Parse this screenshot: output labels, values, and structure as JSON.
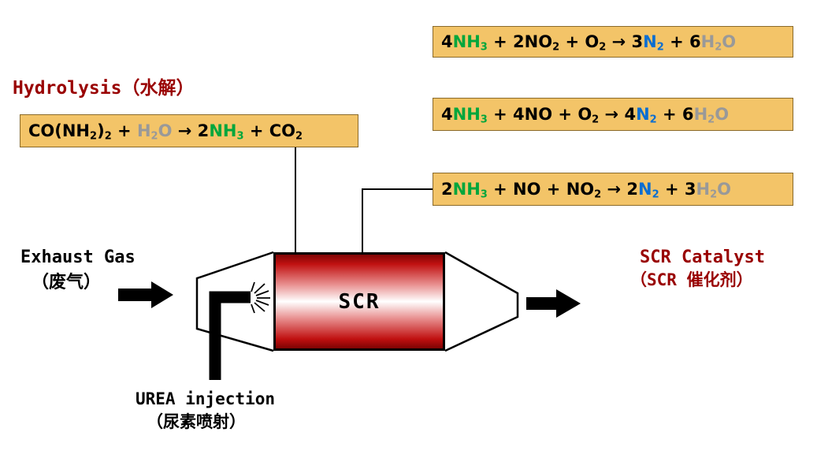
{
  "colors": {
    "box_bg": "#f3c468",
    "box_border": "#8a6a2a",
    "title_red": "#990000",
    "nh3_green": "#00a63c",
    "n2_blue": "#0a6ed1",
    "h2o_gray": "#999999",
    "text_black": "#000000",
    "line_black": "#000000"
  },
  "labels": {
    "hydrolysis_title": "Hydrolysis（水解）",
    "exhaust_gas_line1": "Exhaust Gas",
    "exhaust_gas_line2": "（废气）",
    "urea_line1": "UREA injection",
    "urea_line2": "（尿素喷射）",
    "scr_body": "SCR",
    "scr_catalyst_line1": "SCR Catalyst",
    "scr_catalyst_line2": "（SCR 催化剂）"
  },
  "equations": {
    "no2_reaction": {
      "plain": "4NH3 + 2NO2 + O2 -> 3N2 + 6H2O",
      "tokens": [
        {
          "t": "4"
        },
        {
          "t": "NH",
          "c": "nh3_green"
        },
        {
          "t": "3",
          "c": "nh3_green",
          "s": 1
        },
        {
          "t": " + 2NO"
        },
        {
          "t": "2",
          "s": 1
        },
        {
          "t": " + O"
        },
        {
          "t": "2",
          "s": 1
        },
        {
          "t": " → 3"
        },
        {
          "t": "N",
          "c": "n2_blue"
        },
        {
          "t": "2",
          "c": "n2_blue",
          "s": 1
        },
        {
          "t": " + 6"
        },
        {
          "t": "H",
          "c": "h2o_gray"
        },
        {
          "t": "2",
          "c": "h2o_gray",
          "s": 1
        },
        {
          "t": "O",
          "c": "h2o_gray"
        }
      ]
    },
    "standard_reaction": {
      "plain": "4NH3 + 4NO + O2 -> 4N2 + 6H2O",
      "tokens": [
        {
          "t": "4"
        },
        {
          "t": "NH",
          "c": "nh3_green"
        },
        {
          "t": "3",
          "c": "nh3_green",
          "s": 1
        },
        {
          "t": " + 4NO + O"
        },
        {
          "t": "2",
          "s": 1
        },
        {
          "t": " → 4"
        },
        {
          "t": "N",
          "c": "n2_blue"
        },
        {
          "t": "2",
          "c": "n2_blue",
          "s": 1
        },
        {
          "t": " + 6"
        },
        {
          "t": "H",
          "c": "h2o_gray"
        },
        {
          "t": "2",
          "c": "h2o_gray",
          "s": 1
        },
        {
          "t": "O",
          "c": "h2o_gray"
        }
      ]
    },
    "fast_reaction": {
      "plain": "2NH3 + NO + NO2 -> 2N2 + 3H2O",
      "tokens": [
        {
          "t": "2"
        },
        {
          "t": "NH",
          "c": "nh3_green"
        },
        {
          "t": "3",
          "c": "nh3_green",
          "s": 1
        },
        {
          "t": " + NO + NO"
        },
        {
          "t": "2",
          "s": 1
        },
        {
          "t": " → 2"
        },
        {
          "t": "N",
          "c": "n2_blue"
        },
        {
          "t": "2",
          "c": "n2_blue",
          "s": 1
        },
        {
          "t": " + 3"
        },
        {
          "t": "H",
          "c": "h2o_gray"
        },
        {
          "t": "2",
          "c": "h2o_gray",
          "s": 1
        },
        {
          "t": "O",
          "c": "h2o_gray"
        }
      ]
    },
    "hydrolysis_reaction": {
      "plain": "CO(NH2)2 + H2O -> 2NH3 + CO2",
      "tokens": [
        {
          "t": "CO(NH"
        },
        {
          "t": "2",
          "s": 1
        },
        {
          "t": ")"
        },
        {
          "t": "2",
          "s": 1
        },
        {
          "t": " + "
        },
        {
          "t": "H",
          "c": "h2o_gray"
        },
        {
          "t": "2",
          "c": "h2o_gray",
          "s": 1
        },
        {
          "t": "O",
          "c": "h2o_gray"
        },
        {
          "t": " → 2"
        },
        {
          "t": "NH",
          "c": "nh3_green"
        },
        {
          "t": "3",
          "c": "nh3_green",
          "s": 1
        },
        {
          "t": " + CO"
        },
        {
          "t": "2",
          "s": 1
        }
      ]
    }
  }
}
